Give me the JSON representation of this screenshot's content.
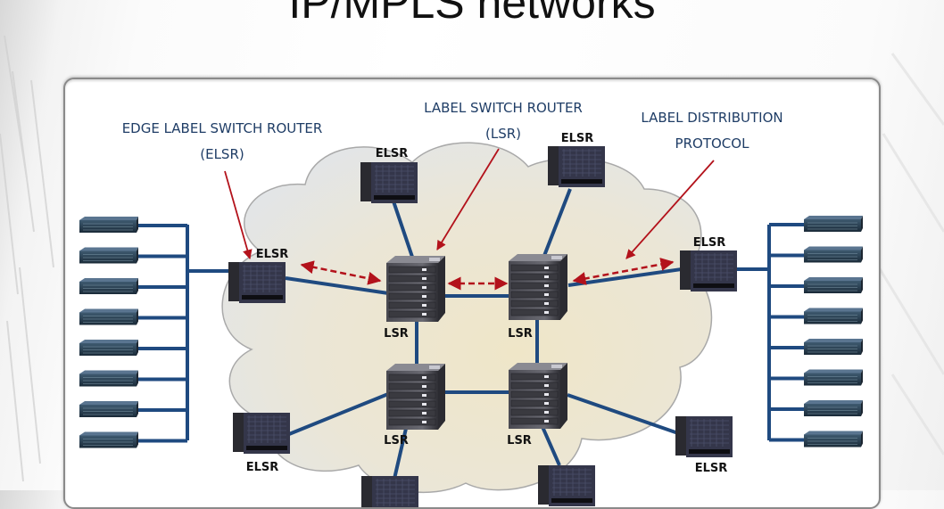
{
  "slide": {
    "title": "IP/MPLS networks"
  },
  "diagram": {
    "callouts": {
      "elsr_line1": "EDGE LABEL SWITCH ROUTER",
      "elsr_line2": "(ELSR)",
      "lsr_line1": "LABEL SWITCH ROUTER",
      "lsr_line2": "(LSR)",
      "ldp_line1": "LABEL DISTRIBUTION",
      "ldp_line2": "PROTOCOL"
    },
    "node_labels": {
      "elsr": "ELSR",
      "lsr": "LSR"
    },
    "nodes": [
      {
        "id": "elsr-top-left",
        "type": "ELSR"
      },
      {
        "id": "elsr-top-right",
        "type": "ELSR"
      },
      {
        "id": "elsr-left",
        "type": "ELSR"
      },
      {
        "id": "elsr-right",
        "type": "ELSR"
      },
      {
        "id": "elsr-bottom-left",
        "type": "ELSR"
      },
      {
        "id": "elsr-bottom-right",
        "type": "ELSR"
      },
      {
        "id": "elsr-bottom-center-left",
        "type": "ELSR"
      },
      {
        "id": "elsr-bottom-center-right",
        "type": "ELSR"
      },
      {
        "id": "lsr-top-left",
        "type": "LSR"
      },
      {
        "id": "lsr-top-right",
        "type": "LSR"
      },
      {
        "id": "lsr-bottom-left",
        "type": "LSR"
      },
      {
        "id": "lsr-bottom-right",
        "type": "LSR"
      }
    ],
    "left_hosts_count": 8,
    "right_hosts_count": 8,
    "colors": {
      "link": "#1f4a80",
      "arrow": "#b3121b",
      "callout_text": "#1f3d66",
      "cloud": "#ece6d0"
    }
  }
}
